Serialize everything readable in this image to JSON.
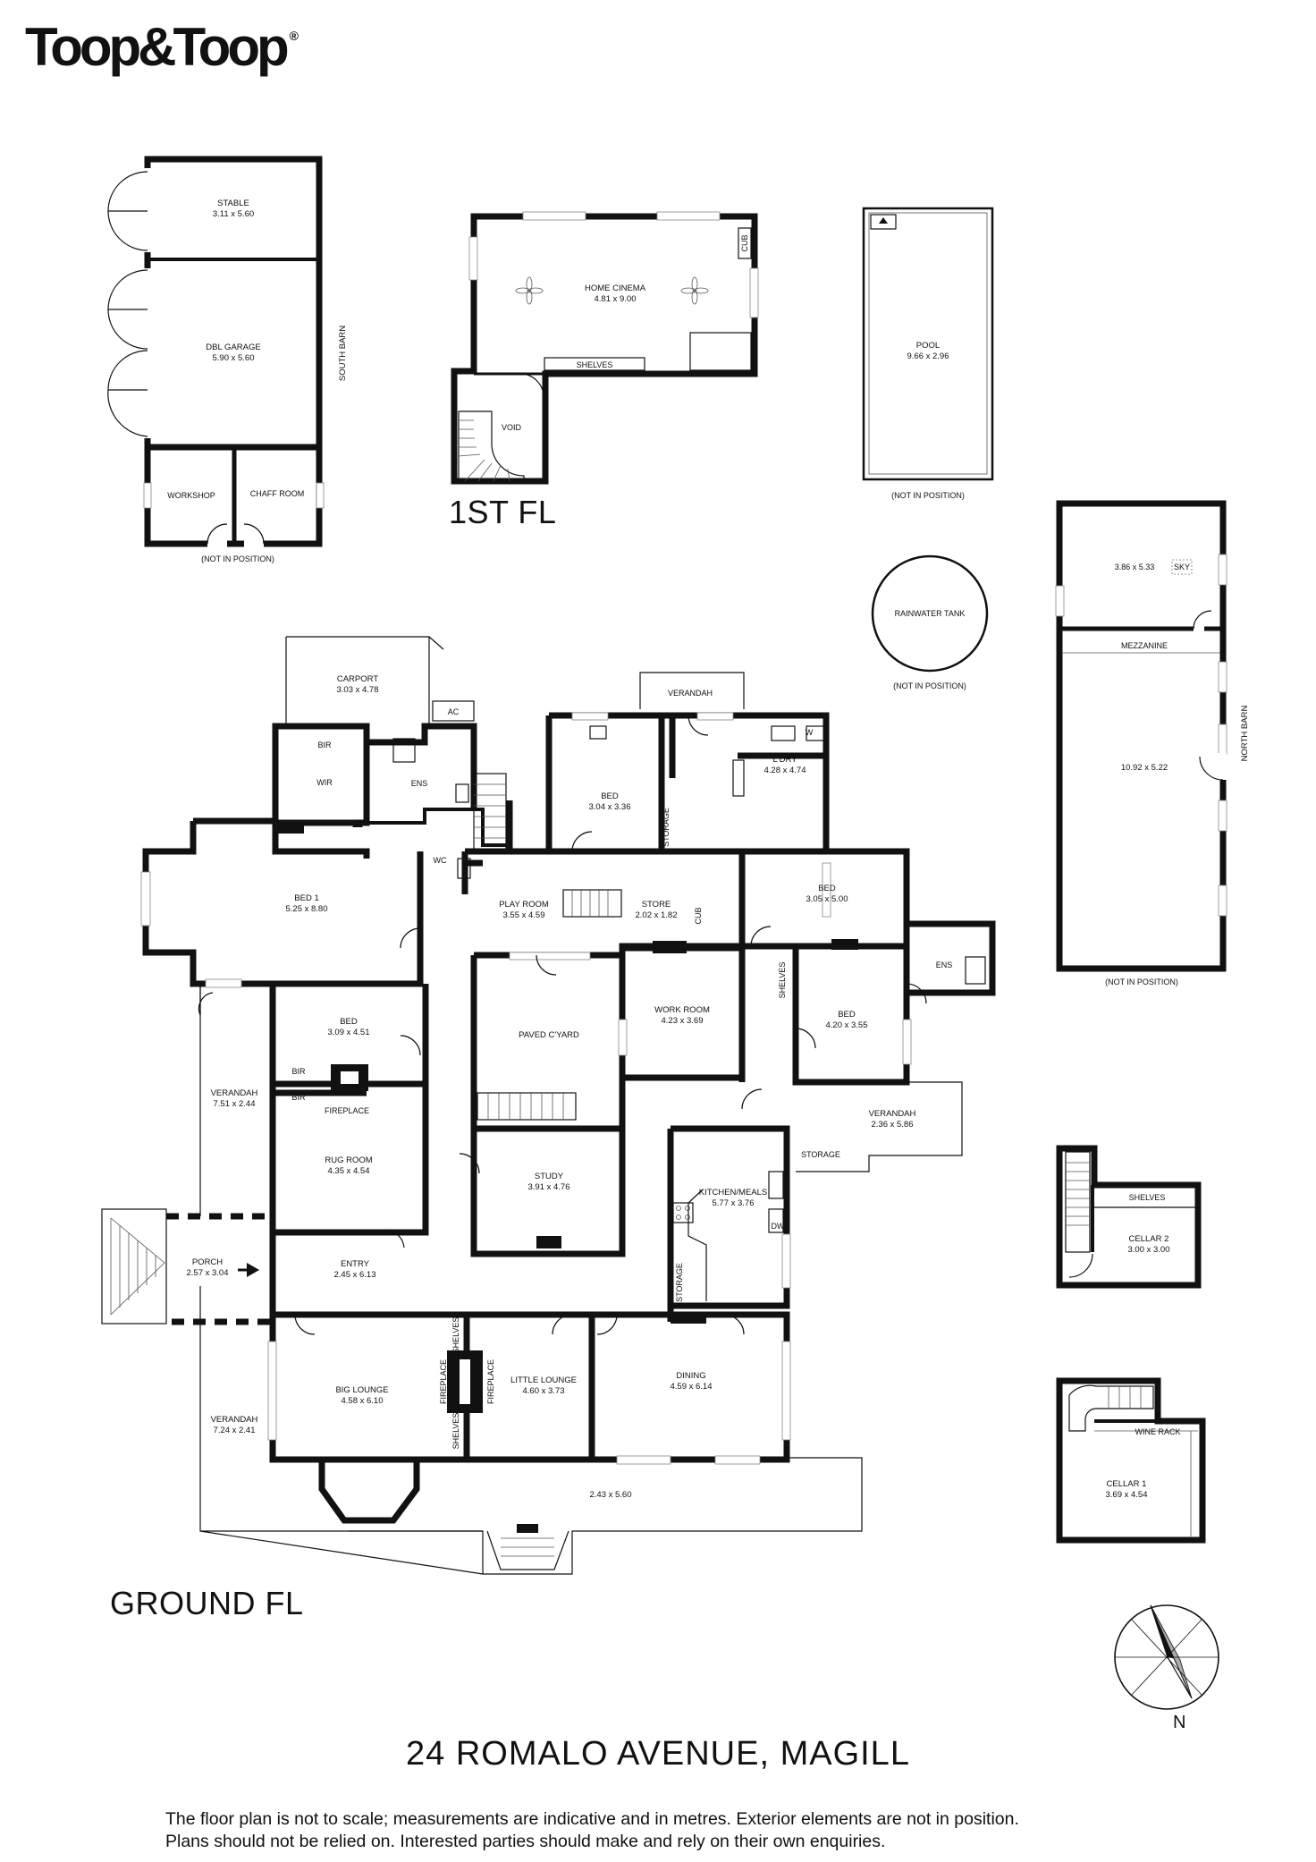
{
  "brand": {
    "name": "Toop&Toop",
    "reg": "®"
  },
  "floors": {
    "first": "1ST FL",
    "ground": "GROUND FL"
  },
  "address": "24 ROMALO AVENUE, MAGILL",
  "disclaimer": [
    "The floor plan is not to scale; measurements are indicative and in metres. Exterior elements are not in position.",
    "Plans should not be relied on. Interested parties should make and rely on their own enquiries."
  ],
  "north": "N",
  "not_in_position": "(NOT IN POSITION)",
  "south_barn": {
    "label": "SOUTH BARN",
    "stable": {
      "name": "STABLE",
      "dim": "3.11 x 5.60"
    },
    "garage": {
      "name": "DBL GARAGE",
      "dim": "5.90 x 5.60"
    },
    "workshop": "WORKSHOP",
    "chaff": "CHAFF ROOM"
  },
  "first_floor": {
    "cinema": {
      "name": "HOME CINEMA",
      "dim": "4.81 x 9.00"
    },
    "cub": "CUB",
    "shelves": "SHELVES",
    "void": "VOID"
  },
  "pool": {
    "name": "POOL",
    "dim": "9.66 x 2.96"
  },
  "rainwater": "RAINWATER TANK",
  "north_barn": {
    "label": "NORTH BARN",
    "upper_dim": "3.86 x 5.33",
    "sky": "SKY",
    "mezzanine": "MEZZANINE",
    "main_dim": "10.92 x 5.22"
  },
  "cellar2": {
    "shelves": "SHELVES",
    "name": "CELLAR 2",
    "dim": "3.00 x 3.00"
  },
  "cellar1": {
    "wine": "WINE RACK",
    "name": "CELLAR 1",
    "dim": "3.69 x 4.54"
  },
  "ground": {
    "carport": {
      "name": "CARPORT",
      "dim": "3.03 x 4.78"
    },
    "ac": "AC",
    "verandah_top": "VERANDAH",
    "bir": "BIR",
    "wir": "WIR",
    "ens": "ENS",
    "wc": "WC",
    "bed_n": {
      "name": "BED",
      "dim": "3.04 x 3.36"
    },
    "storage_v": "STORAGE",
    "ldry": {
      "name": "L'DRY",
      "dim": "4.28 x 4.74"
    },
    "w": "W",
    "bed1": {
      "name": "BED 1",
      "dim": "5.25 x 8.80"
    },
    "play": {
      "name": "PLAY ROOM",
      "dim": "3.55 x 4.59"
    },
    "store": {
      "name": "STORE",
      "dim": "2.02 x 1.82"
    },
    "cub": "CUB",
    "bed_e": {
      "name": "BED",
      "dim": "3.05 x 5.00"
    },
    "ens2": "ENS",
    "shelves": "SHELVES",
    "bed_se": {
      "name": "BED",
      "dim": "4.20 x 3.55"
    },
    "workroom": {
      "name": "WORK ROOM",
      "dim": "4.23 x 3.69"
    },
    "courtyard": "PAVED C'YARD",
    "bed_w": {
      "name": "BED",
      "dim": "3.09 x 4.51"
    },
    "bir2": "BIR",
    "bir3": "BIR",
    "fireplace": "FIREPLACE",
    "verandah_w": {
      "name": "VERANDAH",
      "dim": "7.51 x 2.44"
    },
    "rug": {
      "name": "RUG ROOM",
      "dim": "4.35 x 4.54"
    },
    "study": {
      "name": "STUDY",
      "dim": "3.91 x 4.76"
    },
    "verandah_e": {
      "name": "VERANDAH",
      "dim": "2.36 x 5.86"
    },
    "storage_e": "STORAGE",
    "kitchen": {
      "name": "KITCHEN/MEALS",
      "dim": "5.77 x 3.76"
    },
    "dw": "DW",
    "porch": {
      "name": "PORCH",
      "dim": "2.57 x 3.04"
    },
    "entry": {
      "name": "ENTRY",
      "dim": "2.45 x 6.13"
    },
    "storage_k": "STORAGE",
    "big_lounge": {
      "name": "BIG LOUNGE",
      "dim": "4.58 x 6.10"
    },
    "little_lounge": {
      "name": "LITTLE LOUNGE",
      "dim": "4.60 x 3.73"
    },
    "fireplace2": "FIREPLACE",
    "fireplace3": "FIREPLACE",
    "shelves2": "SHELVES",
    "shelves3": "SHELVES",
    "dining": {
      "name": "DINING",
      "dim": "4.59 x 6.14"
    },
    "verandah_sw": {
      "name": "VERANDAH",
      "dim": "7.24 x 2.41"
    },
    "front_verandah_dim": "2.43 x 5.60"
  }
}
